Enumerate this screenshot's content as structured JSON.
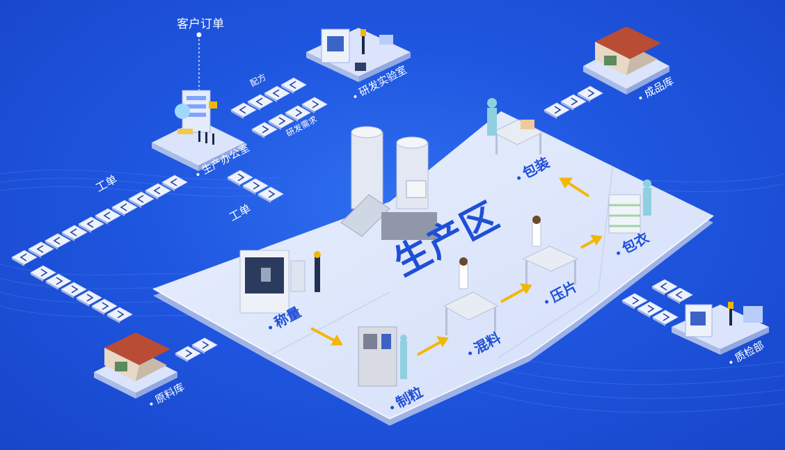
{
  "title": "客户订单",
  "nodes": {
    "office": "生产办公室",
    "rnd_lab": "研发实验室",
    "finished_warehouse": "成品库",
    "raw_warehouse": "原料库",
    "qc_dept": "质检部"
  },
  "flow_labels": {
    "recipe": "配方",
    "rnd_request": "研发需求",
    "work_order_left": "工单",
    "work_order_right": "工单"
  },
  "production": {
    "title": "生产区",
    "steps": {
      "weighing": "称量",
      "granulation": "制粒",
      "mixing": "混料",
      "tableting": "压片",
      "coating": "包衣",
      "packaging": "包装"
    }
  },
  "colors": {
    "background": "#1f56e0",
    "platform": "#dfe7fb",
    "platform_edge": "#b7c6ee",
    "accent_text": "#1f4fd6",
    "arrow": "#f2b705",
    "chevron_tile": "#eef2fd",
    "warehouse_roof": "#b84c34"
  },
  "icons": {
    "chevron_left": "chevron-left-icon",
    "chevron_right": "chevron-right-icon",
    "flow_arrow": "flow-arrow-icon"
  }
}
